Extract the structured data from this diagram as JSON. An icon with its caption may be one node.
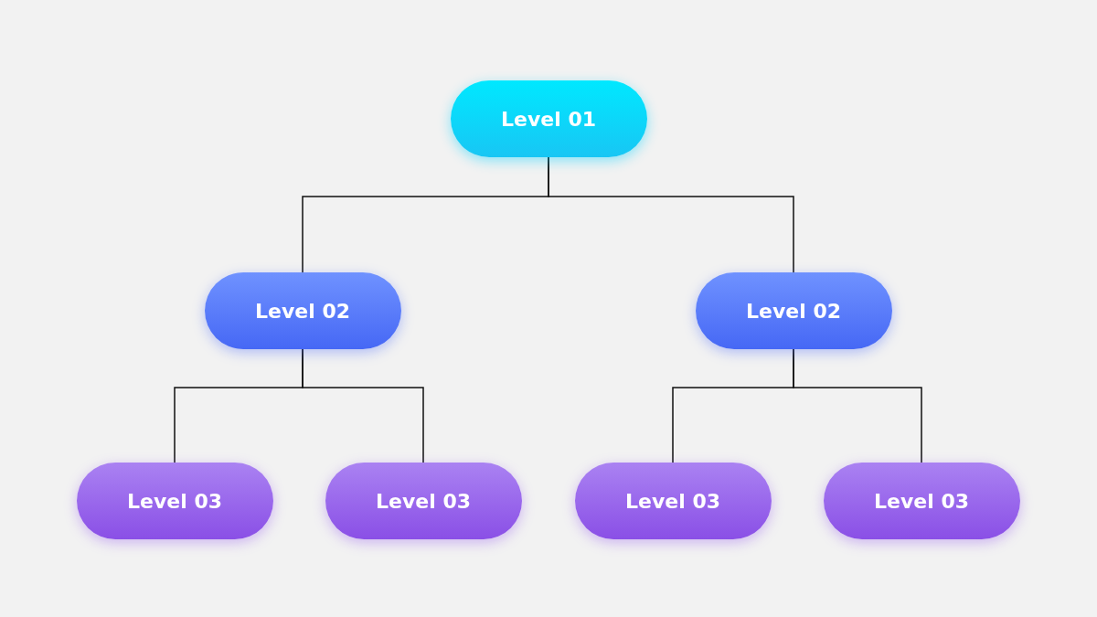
{
  "diagram": {
    "nodes": [
      {
        "text": [
          "Level 01"
        ]
      },
      {
        "text": [
          "Level 02"
        ]
      },
      {
        "text": [
          "Level 02"
        ]
      },
      {
        "text": [
          "Level 03"
        ]
      },
      {
        "text": [
          "Level 03"
        ]
      },
      {
        "text": [
          "Level 03"
        ]
      },
      {
        "text": [
          "Level 03"
        ]
      }
    ],
    "edges": [
      {
        "from": 0,
        "to": 1,
        "arrow": "none"
      },
      {
        "from": 0,
        "to": 2,
        "arrow": "none"
      },
      {
        "from": 1,
        "to": 3,
        "arrow": "none"
      },
      {
        "from": 1,
        "to": 4,
        "arrow": "none"
      },
      {
        "from": 2,
        "to": 5,
        "arrow": "none"
      },
      {
        "from": 2,
        "to": 6,
        "arrow": "none"
      }
    ]
  }
}
